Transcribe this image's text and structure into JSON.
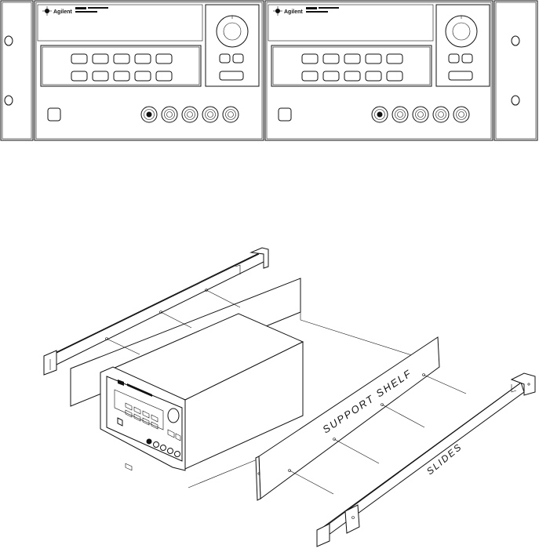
{
  "brand_text": "Agilent",
  "callouts": {
    "support_shelf": "SUPPORT SHELF",
    "slides": "SLIDES"
  },
  "panel_counts": {
    "display_digits_per_row": 5,
    "display_rows": 2,
    "output_terminals": 5,
    "instruments_in_rack": 2
  },
  "colors": {
    "ink": "#111111",
    "paper": "#ffffff"
  },
  "icons": [
    "agilent-logo-icon",
    "rotary-knob-icon",
    "terminal-post-icon",
    "mounting-hole-icon"
  ]
}
